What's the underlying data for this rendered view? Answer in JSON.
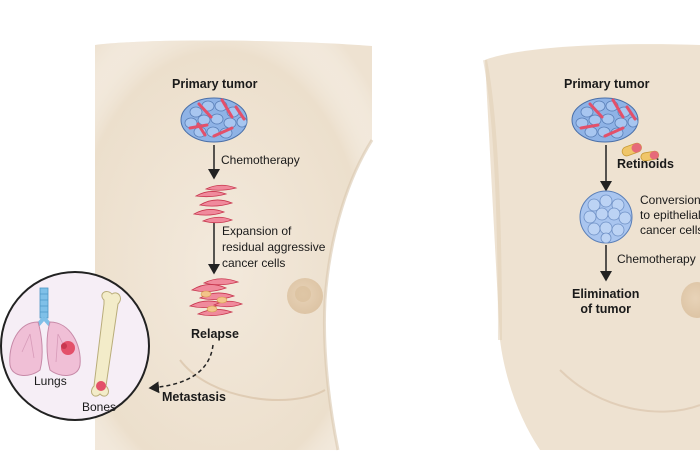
{
  "left_panel": {
    "primary_tumor": "Primary tumor",
    "chemotherapy": "Chemotherapy",
    "expansion_lines": [
      "Expansion of",
      "residual aggressive",
      "cancer cells"
    ],
    "relapse": "Relapse",
    "metastasis": "Metastasis",
    "lungs": "Lungs",
    "bones": "Bones"
  },
  "right_panel": {
    "primary_tumor": "Primary tumor",
    "retinoids": "Retinoids",
    "conversion_lines": [
      "Conversion",
      "to epithelial",
      "cancer cells"
    ],
    "chemotherapy": "Chemotherapy",
    "elimination_lines": [
      "Elimination",
      "of tumor"
    ]
  },
  "colors": {
    "skin": "#efe3d2",
    "skin_shadow": "#dcc8ae",
    "nipple": "#e4cdb0",
    "tumor_blue": "#8fb3e6",
    "tumor_red": "#e3506a",
    "epithelial_blue": "#a9c5ef",
    "inset_bg": "#f6eef6",
    "lung_pink": "#f0bfd6",
    "trachea_blue": "#7fc0e8",
    "bone": "#f3ecc9",
    "arrow": "#222222"
  },
  "icons": [
    "tumor-cluster-icon",
    "mesenchymal-cells-icon",
    "epithelial-sphere-icon",
    "retinoid-capsule-icon",
    "lungs-icon",
    "bone-icon"
  ]
}
